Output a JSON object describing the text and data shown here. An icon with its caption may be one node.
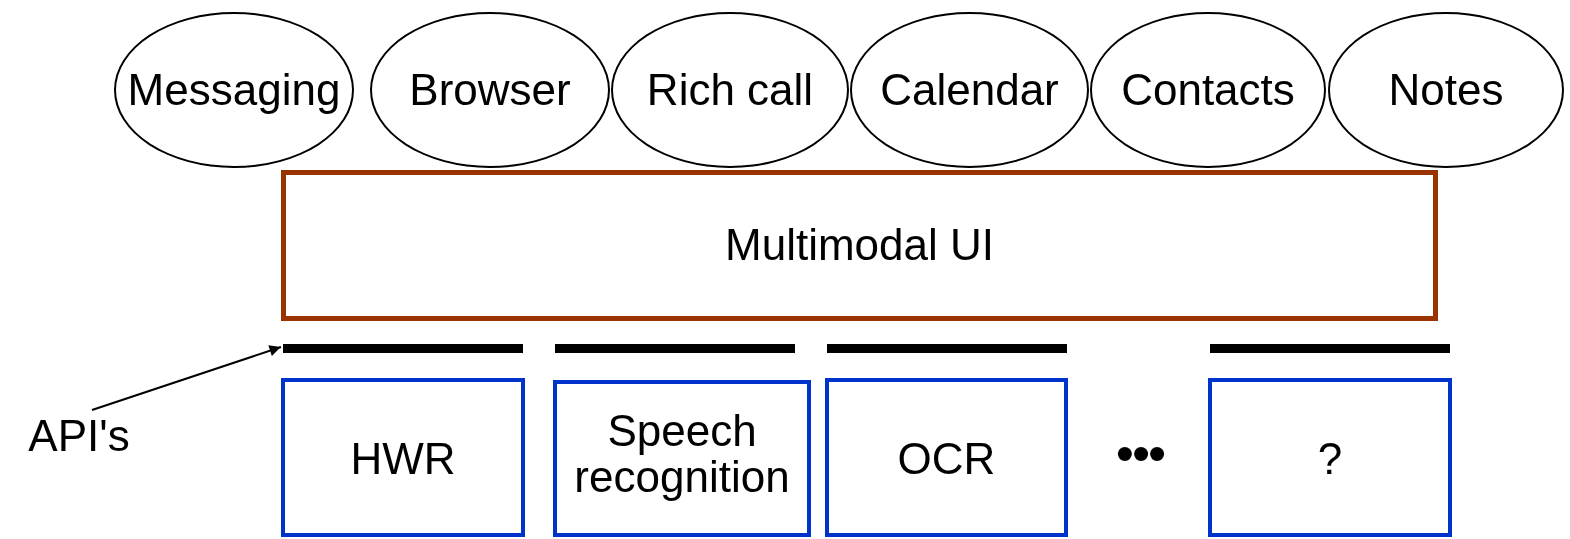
{
  "diagram": {
    "nodes": [
      {
        "text": [
          "Messaging"
        ]
      },
      {
        "text": [
          "Browser"
        ]
      },
      {
        "text": [
          "Rich call"
        ]
      },
      {
        "text": [
          "Calendar"
        ]
      },
      {
        "text": [
          "Contacts"
        ]
      },
      {
        "text": [
          "Notes"
        ]
      },
      {
        "text": [
          "Multimodal UI"
        ]
      },
      {
        "text": [],
        "shape": "bar"
      },
      {
        "text": [],
        "shape": "bar"
      },
      {
        "text": [],
        "shape": "bar"
      },
      {
        "text": [],
        "shape": "bar"
      },
      {
        "text": [
          "API's"
        ]
      },
      {
        "text": [
          "HWR"
        ]
      },
      {
        "text": [
          "Speech recognition"
        ]
      },
      {
        "text": [
          "OCR"
        ]
      },
      {
        "text": [
          "?"
        ]
      }
    ],
    "edges": [
      {
        "from": 11,
        "to": 7,
        "arrow": "to"
      }
    ],
    "labels": [
      "•••"
    ]
  }
}
